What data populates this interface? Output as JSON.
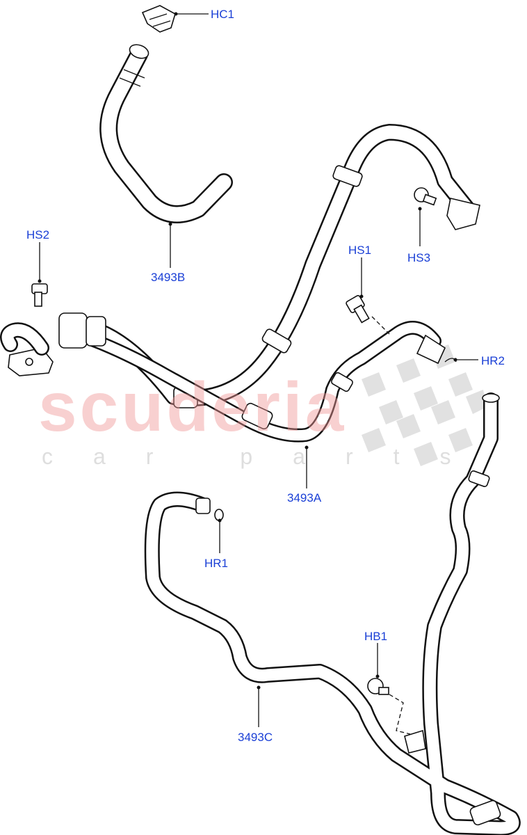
{
  "watermark": {
    "main": "scuderia",
    "sub": "car parts"
  },
  "colors": {
    "callout": "#1a3fd6",
    "line": "#111111",
    "watermark_main": "#f09696",
    "watermark_sub": "#c8c8c8"
  },
  "callouts": {
    "hc1": "HC1",
    "hs2": "HS2",
    "hs1": "HS1",
    "hs3": "HS3",
    "hr2": "HR2",
    "hr1": "HR1",
    "hb1": "HB1",
    "p3493b": "3493B",
    "p3493a": "3493A",
    "p3493c": "3493C"
  }
}
